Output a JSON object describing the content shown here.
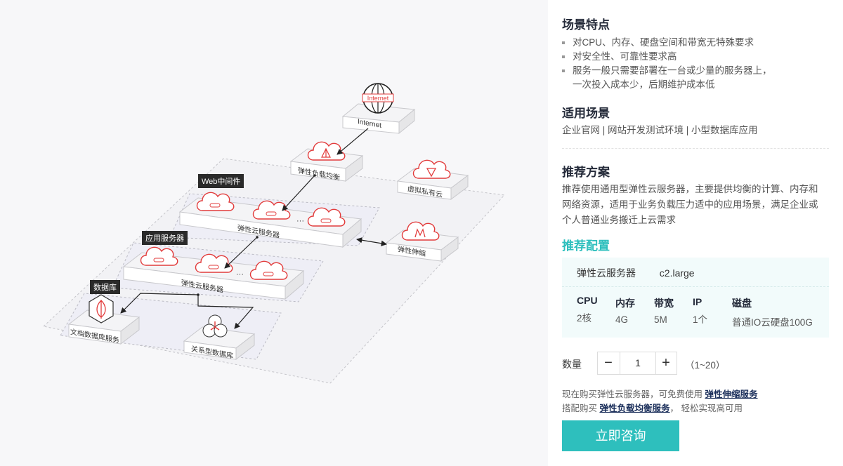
{
  "diagram": {
    "nodes": {
      "internet_globe": "Internet",
      "internet": "Internet",
      "elb": "弹性负载均衡",
      "vpc": "虚拟私有云",
      "as": "弹性伸缩",
      "web_ecs": "弹性云服务器",
      "app_ecs": "弹性云服务器",
      "doc_db": "文档数据库服务",
      "rel_db": "关系型数据库"
    },
    "tags": {
      "web": "Web中间件",
      "app": "应用服务器",
      "db": "数据库"
    },
    "ellipsis": "···",
    "colors": {
      "icon_red": "#e23b3b",
      "panel_bg": "#f7f7f9",
      "tag_bg": "#2a2a2a"
    }
  },
  "info": {
    "features": {
      "title": "场景特点",
      "items": [
        [
          "对CPU、内存、硬盘空间和带宽无特殊要求"
        ],
        [
          "对安全性、可靠性要求高"
        ],
        [
          "服务一般只需要部署在一台或少量的服务器上，",
          "一次投入成本少，后期维护成本低"
        ]
      ]
    },
    "scenarios": {
      "title": "适用场景",
      "text": "企业官网 | 网站开发测试环境 | 小型数据库应用"
    },
    "solution": {
      "title": "推荐方案",
      "lines": [
        "推荐使用通用型弹性云服务器，主要提供均衡的计算、内存和",
        "网络资源，适用于业务负载压力适中的应用场景，满足企业或",
        "个人普通业务搬迁上云需求"
      ]
    },
    "config": {
      "title": "推荐配置",
      "product": "弹性云服务器",
      "flavor": "c2.large",
      "specs": [
        {
          "label": "CPU",
          "value": "2核"
        },
        {
          "label": "内存",
          "value": "4G"
        },
        {
          "label": "带宽",
          "value": "5M"
        },
        {
          "label": "IP",
          "value": "1个"
        },
        {
          "label": "磁盘",
          "value": "普通IO云硬盘100G"
        }
      ]
    },
    "quantity": {
      "label": "数量",
      "value": "1",
      "minus": "−",
      "plus": "+",
      "range": "（1~20）"
    },
    "notes": {
      "line1_prefix": "现在购买弹性云服务器，可免费使用 ",
      "line1_link": "弹性伸缩服务",
      "line2_prefix": "搭配购买 ",
      "line2_link": "弹性负载均衡服务",
      "line2_suffix": "， 轻松实现高可用"
    },
    "cta": "立即咨询",
    "colors": {
      "accent": "#2ebfbd",
      "title": "#252b3a",
      "link": "#1a2e5a"
    }
  }
}
